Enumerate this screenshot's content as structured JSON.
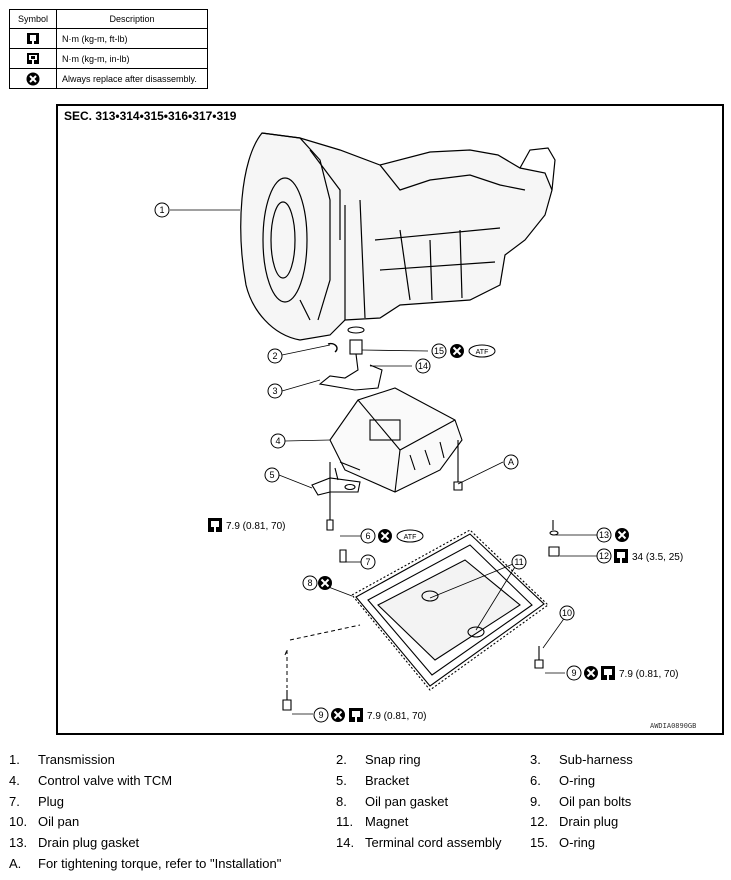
{
  "symbol_table": {
    "header_symbol": "Symbol",
    "header_description": "Description",
    "rows": [
      {
        "icon": "torque-ftlb-icon",
        "description": "N·m (kg-m, ft-lb)"
      },
      {
        "icon": "torque-inlb-icon",
        "description": "N·m (kg-m, in-lb)"
      },
      {
        "icon": "replace-icon",
        "description": "Always replace after disassembly."
      }
    ]
  },
  "diagram": {
    "section_title": "SEC. 313•314•315•316•317•319",
    "image_code": "AWDIA0890GB",
    "atf_label": "ATF",
    "callouts": [
      "1",
      "2",
      "3",
      "4",
      "5",
      "6",
      "7",
      "8",
      "9",
      "9",
      "10",
      "11",
      "12",
      "13",
      "14",
      "15",
      "A"
    ],
    "torques": {
      "control_valve_bolt": "7.9 (0.81, 70)",
      "drain_plug": "34 (3.5, 25)",
      "oil_pan_bolt_right": "7.9 (0.81, 70)",
      "oil_pan_bolt_bottom": "7.9 (0.81, 70)"
    }
  },
  "legend": [
    {
      "num": "1.",
      "text": "Transmission"
    },
    {
      "num": "2.",
      "text": "Snap ring"
    },
    {
      "num": "3.",
      "text": "Sub-harness"
    },
    {
      "num": "4.",
      "text": "Control valve with TCM"
    },
    {
      "num": "5.",
      "text": "Bracket"
    },
    {
      "num": "6.",
      "text": "O-ring"
    },
    {
      "num": "7.",
      "text": "Plug"
    },
    {
      "num": "8.",
      "text": "Oil pan gasket"
    },
    {
      "num": "9.",
      "text": "Oil pan bolts"
    },
    {
      "num": "10.",
      "text": "Oil pan"
    },
    {
      "num": "11.",
      "text": "Magnet"
    },
    {
      "num": "12.",
      "text": "Drain plug"
    },
    {
      "num": "13.",
      "text": "Drain plug gasket"
    },
    {
      "num": "14.",
      "text": "Terminal cord assembly"
    },
    {
      "num": "15.",
      "text": "O-ring"
    },
    {
      "num": "A.",
      "text": "For tightening torque, refer to \"Installation\""
    }
  ]
}
